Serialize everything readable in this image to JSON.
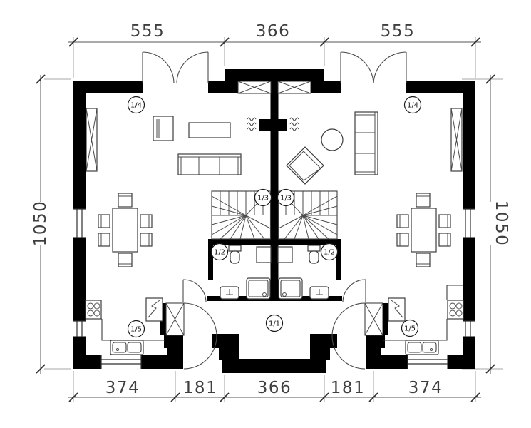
{
  "plan": {
    "dimensions_top": [
      "555",
      "366",
      "555"
    ],
    "dimensions_bottom": [
      "374",
      "181",
      "366",
      "181",
      "374"
    ],
    "dimension_left": "1050",
    "dimension_right": "1050",
    "rooms": {
      "hall": "1/1",
      "bath_left": "1/2",
      "bath_right": "1/2",
      "stairs_left": "1/3",
      "stairs_right": "1/3",
      "living_left": "1/4",
      "living_right": "1/4",
      "kitchen_left": "1/5",
      "kitchen_right": "1/5"
    },
    "colors": {
      "wall": "#000000",
      "line": "#3d3d3d",
      "background": "#ffffff"
    }
  }
}
